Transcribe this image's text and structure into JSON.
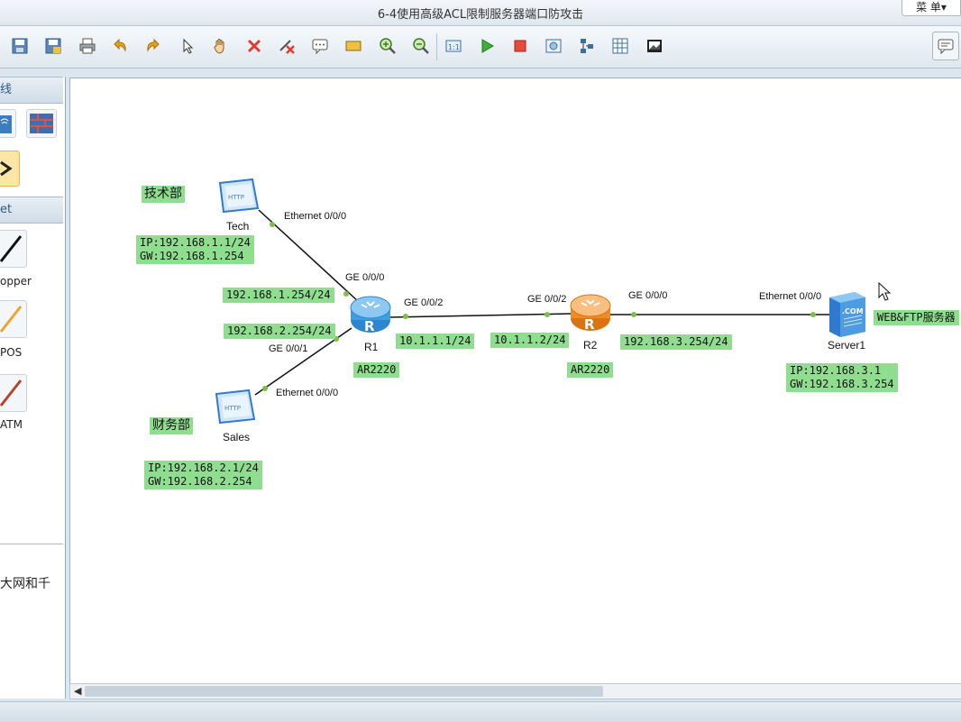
{
  "window": {
    "title": "6-4使用高级ACL限制服务器端口防攻击",
    "menu_label": "菜 单▾"
  },
  "toolbar": {
    "buttons": [
      "save-icon",
      "save-as-icon",
      "print-icon",
      "undo-icon",
      "redo-icon",
      "select-icon",
      "hand-icon",
      "delete-icon",
      "delete-link-icon",
      "text-icon",
      "rectangle-icon",
      "zoom-in-icon",
      "zoom-out-icon",
      "fit-icon",
      "start-icon",
      "stop-icon",
      "capture-icon",
      "topology-icon",
      "grid-icon",
      "screenshot-icon"
    ],
    "chat_icon": "chat-icon"
  },
  "left_panel": {
    "header1": "线",
    "header2": "et",
    "items": [
      {
        "label": "opper",
        "icon": "copper-cable-icon"
      },
      {
        "label": "POS",
        "icon": "pos-cable-icon"
      },
      {
        "label": "ATM",
        "icon": "atm-cable-icon"
      }
    ],
    "description": "大网和千"
  },
  "topology": {
    "links": {
      "tech_port": "Ethernet 0/0/0",
      "r1_ge000": "GE 0/0/0",
      "r1_ge002": "GE 0/0/2",
      "r1_ge001": "GE 0/0/1",
      "sales_port": "Ethernet 0/0/0",
      "r2_ge002": "GE 0/0/2",
      "r2_ge000": "GE 0/0/0",
      "server_port": "Ethernet 0/0/0"
    },
    "tech": {
      "name": "Tech",
      "dept": "技术部",
      "ip": "IP:192.168.1.1/24",
      "gw": "GW:192.168.1.254"
    },
    "sales": {
      "name": "Sales",
      "dept": "财务部",
      "ip": "IP:192.168.2.1/24",
      "gw": "GW:192.168.2.254"
    },
    "r1": {
      "name": "R1",
      "model": "AR2220",
      "if_tech": "192.168.1.254/24",
      "if_sales": "192.168.2.254/24",
      "if_r2": "10.1.1.1/24"
    },
    "r2": {
      "name": "R2",
      "model": "AR2220",
      "if_r1": "10.1.1.2/24",
      "if_server": "192.168.3.254/24"
    },
    "server": {
      "name": "Server1",
      "role": "WEB&FTP服务器",
      "ip": "IP:192.168.3.1",
      "gw": "GW:192.168.3.254"
    }
  },
  "colors": {
    "label_bg": "#8fde8f",
    "router_blue": "#3d9fe0",
    "router_orange": "#f08a22",
    "link_dot": "#7bc043"
  }
}
